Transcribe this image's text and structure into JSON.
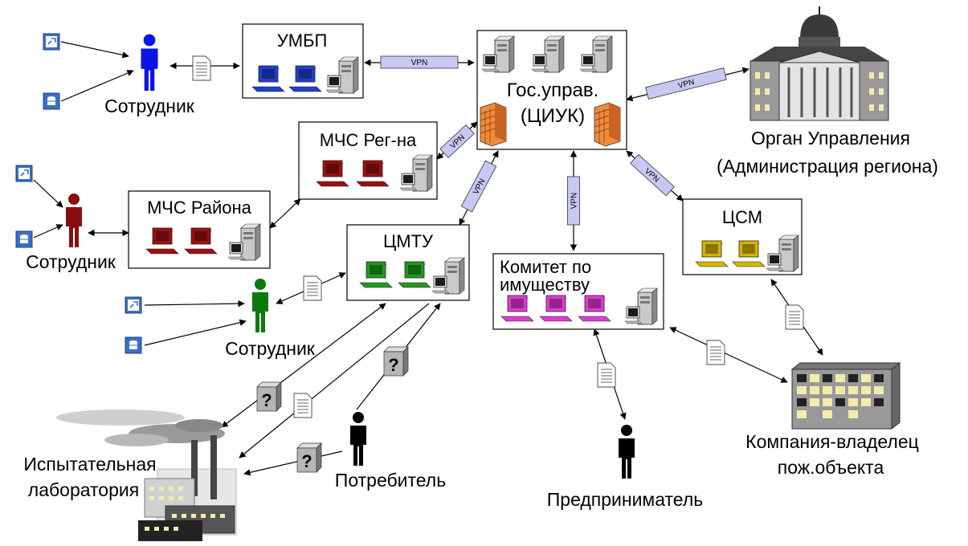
{
  "nodes": {
    "umbp": {
      "label": "УМБП"
    },
    "gos": {
      "line1": "Гос.управ.",
      "line2": "(ЦИУК)"
    },
    "mchs_reg": {
      "label": "МЧС Рег-на"
    },
    "mchs_rayon": {
      "label": "МЧС Района"
    },
    "cmtu": {
      "label": "ЦМТУ"
    },
    "committee": {
      "line1": "Комитет по",
      "line2": "имуществу"
    },
    "csm": {
      "label": "ЦСМ"
    },
    "organ": {
      "line1": "Орган Управления",
      "line2": "(Администрация региона)"
    },
    "company": {
      "line1": "Компания-владелец",
      "line2": "пож.объекта"
    },
    "lab": {
      "line1": "Испытательная",
      "line2": "лаборатория"
    }
  },
  "actors": {
    "employee": "Сотрудник",
    "consumer": "Потребитель",
    "entrepreneur": "Предприниматель"
  },
  "links": {
    "vpn": "VPN"
  },
  "badges": {
    "question": "?"
  },
  "colors": {
    "umbp_pc": "#1f3fd0",
    "mchs_pc": "#9a1010",
    "cmtu_pc": "#1f9a1f",
    "committee_pc": "#e23ad6",
    "csm_pc": "#d6b400",
    "employee_blue": "#0a14e6",
    "employee_red": "#8a0d0d",
    "employee_green": "#0a7a0a",
    "vpn_bar": "#c8c8f5"
  }
}
